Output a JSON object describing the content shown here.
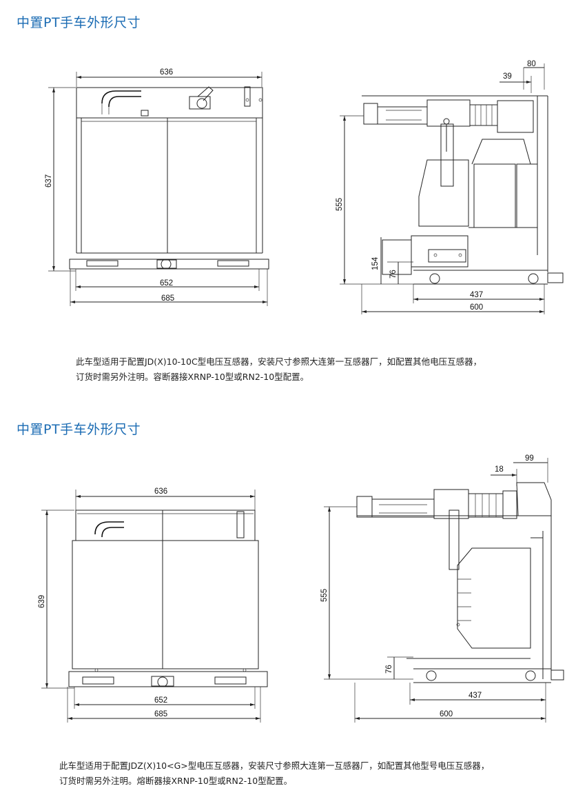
{
  "sections": [
    {
      "title": "中置PT手车外形尺寸",
      "front": {
        "width_top": "636",
        "height": "637",
        "width_mid": "652",
        "width_bottom": "685"
      },
      "side": {
        "dim_top_outer": "80",
        "dim_top_inner": "39",
        "height": "555",
        "dim_154": "154",
        "dim_76": "76",
        "dim_437": "437",
        "dim_600": "600"
      },
      "desc_line1": "此车型适用于配置JD(X)10-10C型电压互感器，安装尺寸参照大连第一互感器厂，如配置其他电压互感器，",
      "desc_line2": "订货时需另外注明。容断器接XRNP-10型或RN2-10型配置。"
    },
    {
      "title": "中置PT手车外形尺寸",
      "front": {
        "width_top": "636",
        "height": "639",
        "width_mid": "652",
        "width_bottom": "685"
      },
      "side": {
        "dim_top_outer": "99",
        "dim_top_inner": "18",
        "height": "555",
        "dim_76": "76",
        "dim_437": "437",
        "dim_600": "600"
      },
      "desc_line1": "此车型适用于配置JDZ(X)10<G>型电压互感器，安装尺寸参照大连第一互感器厂，如配置其他型号电压互感器，",
      "desc_line2": "订货时需另外注明。熔断器接XRNP-10型或RN2-10型配置。"
    }
  ]
}
